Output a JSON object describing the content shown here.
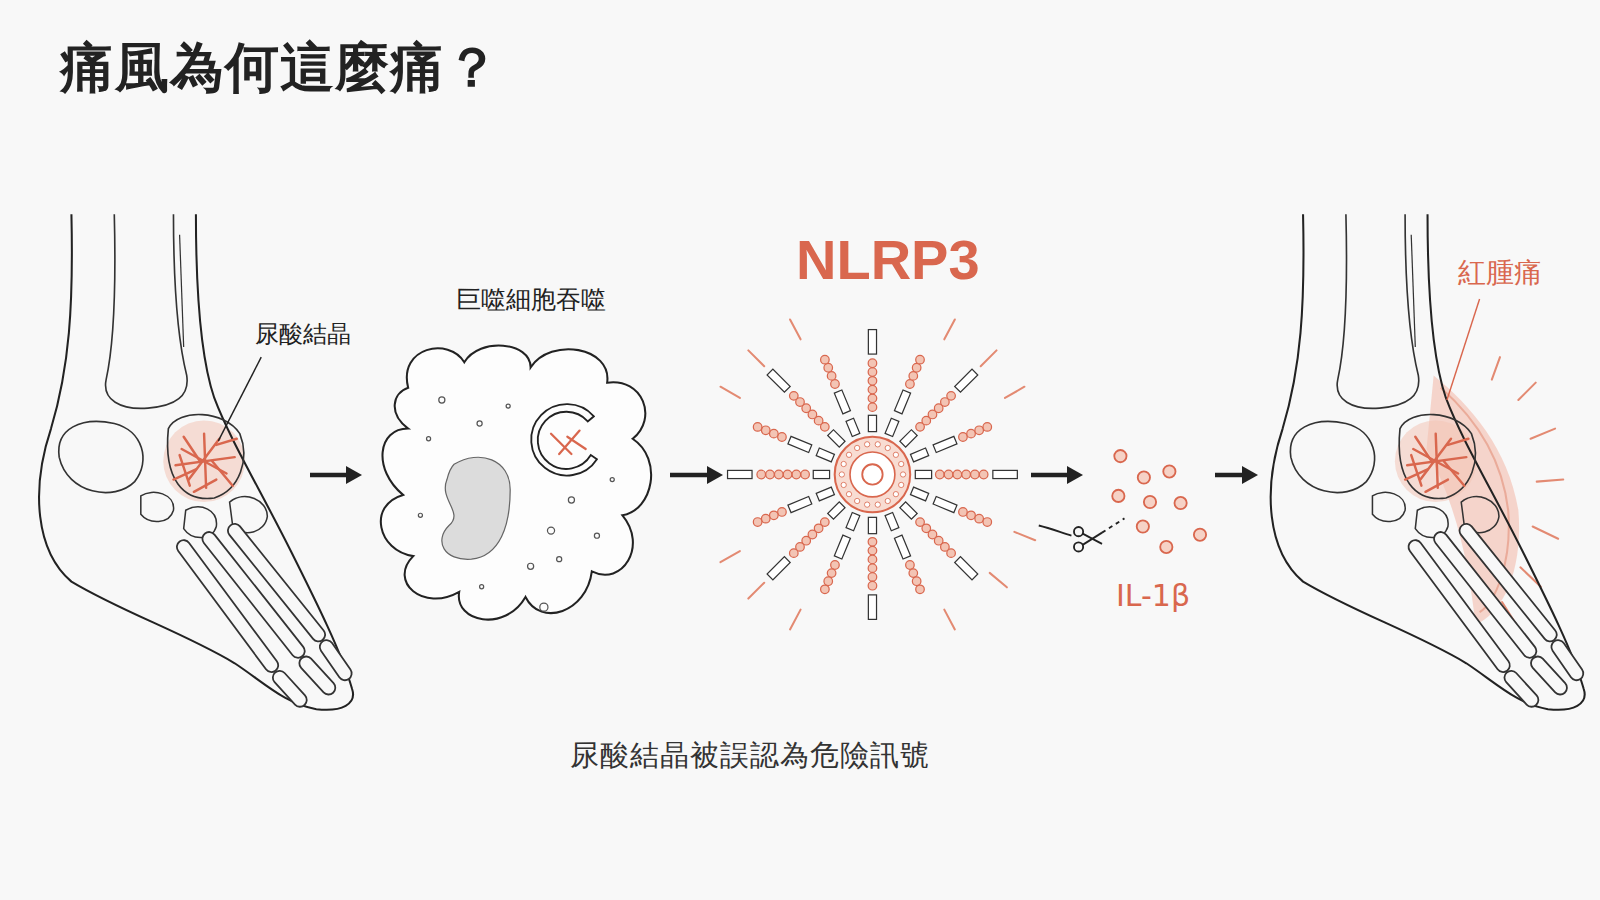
{
  "diagram": {
    "title": "痛風為何這麼痛？",
    "caption": "尿酸結晶被誤認為危險訊號",
    "nodes": [
      {
        "text": [
          "尿酸結晶"
        ]
      },
      {
        "text": [
          "巨噬細胞吞噬"
        ]
      },
      {
        "text": [
          "NLRP3"
        ]
      },
      {
        "text": [
          "IL-1β"
        ]
      },
      {
        "text": [
          "紅腫痛"
        ]
      }
    ],
    "edges": [
      {
        "from": 0,
        "to": 1,
        "arrow": "to"
      },
      {
        "from": 1,
        "to": 2,
        "arrow": "to"
      },
      {
        "from": 2,
        "to": 3,
        "arrow": "to"
      },
      {
        "from": 3,
        "to": 4,
        "arrow": "to"
      }
    ]
  }
}
